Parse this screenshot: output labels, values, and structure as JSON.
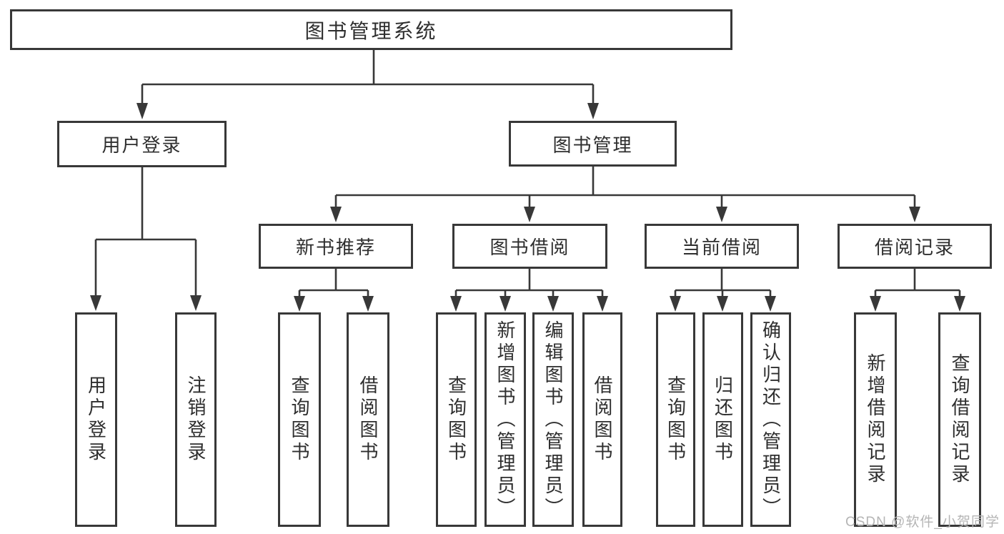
{
  "diagram": {
    "root": {
      "label": "图书管理系统"
    },
    "level2": [
      {
        "label": "用户登录"
      },
      {
        "label": "图书管理"
      }
    ],
    "level3": [
      {
        "label": "新书推荐"
      },
      {
        "label": "图书借阅"
      },
      {
        "label": "当前借阅"
      },
      {
        "label": "借阅记录"
      }
    ],
    "leaves": [
      {
        "label": "用户登录"
      },
      {
        "label": "注销登录"
      },
      {
        "label": "查询图书"
      },
      {
        "label": "借阅图书"
      },
      {
        "label": "查询图书"
      },
      {
        "label": "新增图书（管理员）"
      },
      {
        "label": "编辑图书（管理员）"
      },
      {
        "label": "借阅图书"
      },
      {
        "label": "查询图书"
      },
      {
        "label": "归还图书"
      },
      {
        "label": "确认归还（管理员）"
      },
      {
        "label": "新增借阅记录"
      },
      {
        "label": "查询借阅记录"
      }
    ],
    "watermark": "CSDN @软件_小贺同学",
    "colors": {
      "line": "#383838",
      "text": "#2e2e2e",
      "watermark": "#b5b5b5",
      "background": "#ffffff"
    }
  }
}
